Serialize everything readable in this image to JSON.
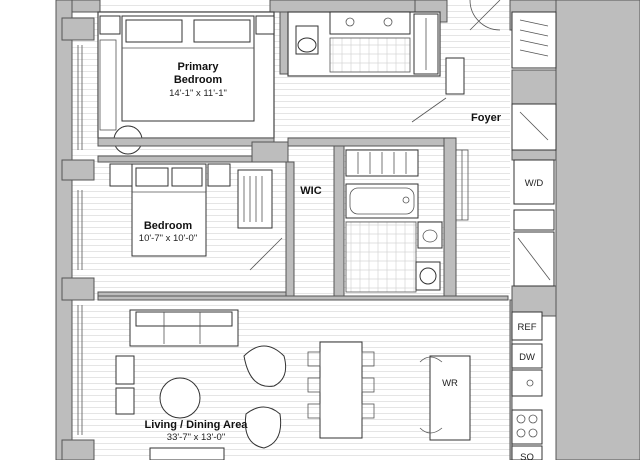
{
  "rooms": {
    "primary_bedroom": {
      "name_line1": "Primary",
      "name_line2": "Bedroom",
      "dims": "14'-1\" x 11'-1\""
    },
    "bedroom": {
      "name": "Bedroom",
      "dims": "10'-7\" x 10'-0\""
    },
    "wic": {
      "name": "WIC"
    },
    "foyer": {
      "name": "Foyer"
    },
    "living_dining": {
      "name": "Living / Dining Area",
      "dims": "33'-7\" x 13'-0\""
    }
  },
  "appliances": {
    "washer_dryer": "W/D",
    "refrigerator": "REF",
    "dishwasher": "DW",
    "wine_refrigerator": "WR",
    "bottom_label": "SO"
  },
  "colors": {
    "wall": "#bdbdbd",
    "line": "#333333",
    "background": "#ffffff"
  }
}
